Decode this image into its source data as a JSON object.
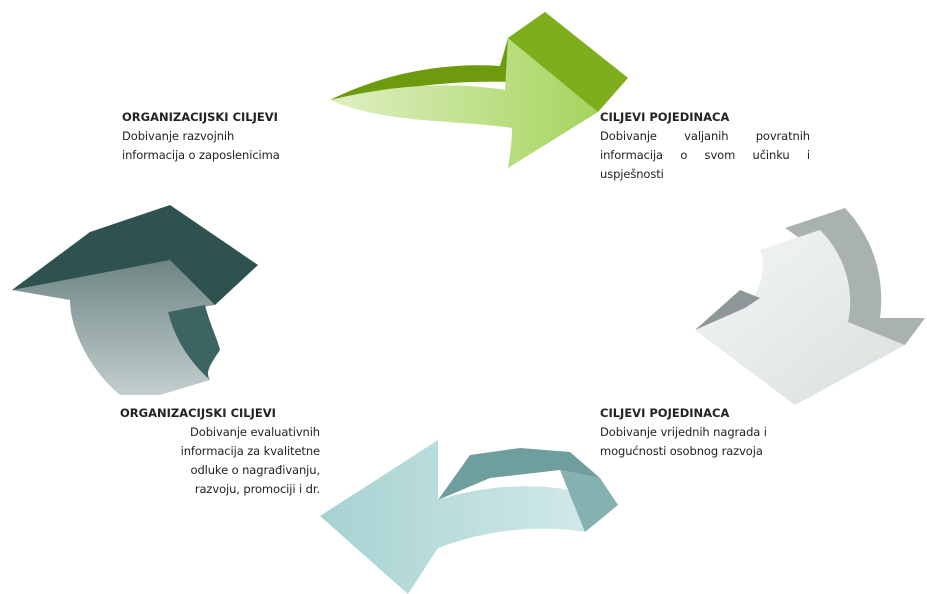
{
  "colors": {
    "green_light": "#b3db7d",
    "green_dark": "#6d9b0d",
    "grey_light": "#e6ebeb",
    "grey_dark": "#9aa4a4",
    "teal_light": "#b9dcdc",
    "teal_dark": "#6e9e9e",
    "slate_light": "#9aabaa",
    "slate_dark": "#2e5250"
  },
  "labels": {
    "top_left": {
      "heading": "ORGANIZACIJSKI CILJEVI",
      "text": "Dobivanje razvojnih\ninformacija o zaposlenicima"
    },
    "top_right": {
      "heading": "CILJEVI POJEDINACA",
      "text": "Dobivanje valjanih povratnih informacija o svom učinku i uspješnosti"
    },
    "bottom_right": {
      "heading": "CILJEVI POJEDINACA",
      "text": "Dobivanje vrijednih nagrada i\nmogućnosti osobnog razvoja"
    },
    "bottom_left": {
      "heading": "ORGANIZACIJSKI CILJEVI",
      "text": "Dobivanje evaluativnih\ninformacija za kvalitetne\nodluke o nagrađivanju,\nrazvoju, promociji i dr."
    }
  }
}
